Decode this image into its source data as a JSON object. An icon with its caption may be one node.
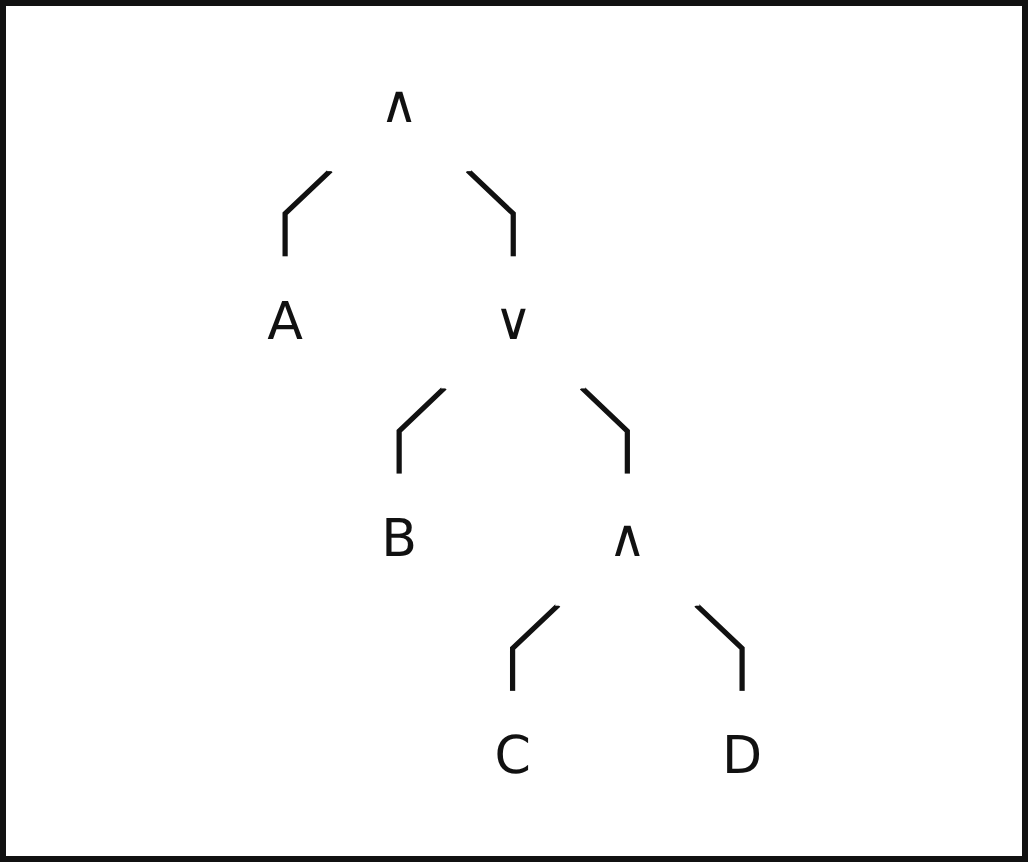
{
  "diagram": {
    "nodes": [
      {
        "text": [
          "∧"
        ]
      },
      {
        "text": [
          "A"
        ]
      },
      {
        "text": [
          "∨"
        ]
      },
      {
        "text": [
          "B"
        ]
      },
      {
        "text": [
          "∧"
        ]
      },
      {
        "text": [
          "C"
        ]
      },
      {
        "text": [
          "D"
        ]
      }
    ],
    "edges": [
      {
        "from": 0,
        "to": 1,
        "arrow": "none"
      },
      {
        "from": 0,
        "to": 2,
        "arrow": "none"
      },
      {
        "from": 2,
        "to": 3,
        "arrow": "none"
      },
      {
        "from": 2,
        "to": 4,
        "arrow": "none"
      },
      {
        "from": 4,
        "to": 5,
        "arrow": "none"
      },
      {
        "from": 4,
        "to": 6,
        "arrow": "none"
      }
    ]
  }
}
